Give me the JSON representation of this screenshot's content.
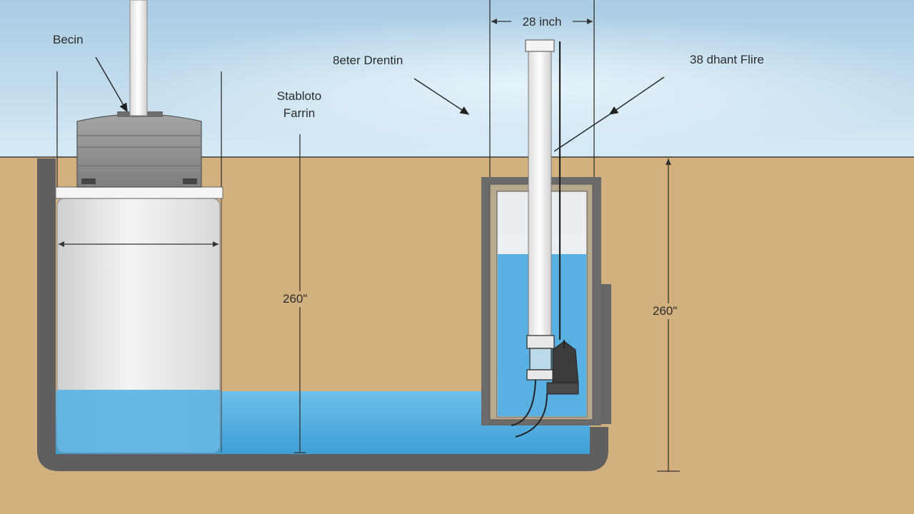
{
  "labels": {
    "basin": "Becin",
    "station_line1": "Stabloto",
    "station_line2": "Farrin",
    "outlet": "8eter Drentin",
    "width_dimension": "28 inch",
    "pipe_label": "38 dhant Flire",
    "depth_left": "260\"",
    "depth_right": "260\""
  },
  "colors": {
    "sky": "#cbe3f1",
    "soil": "#d2b07f",
    "water": "#5eb3e2",
    "concrete": "#5f5f5f",
    "tank": "#e6e6e6",
    "lid": "#8f8f8f",
    "pipe": "#f2f2f2"
  }
}
